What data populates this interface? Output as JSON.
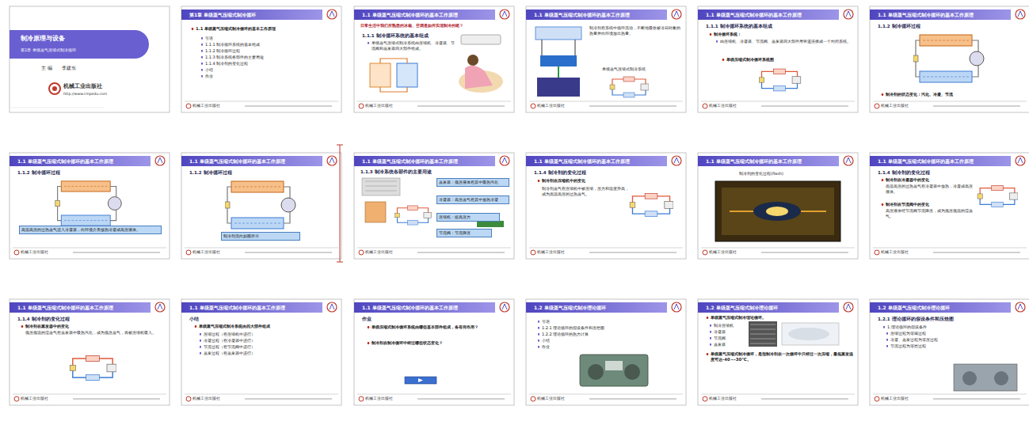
{
  "diagram": {
    "nodes": [
      {
        "text": [
          "制冷原理与设备",
          "第1章 单级蒸气压缩式制冷循环",
          "主 编　　李建东",
          "机械工业出版社",
          "http://www.cmpedu.com"
        ]
      },
      {
        "text": [
          "第1章 单级蒸气压缩式制冷循环",
          "1.1 单级蒸气压缩式制冷循环的基本工作原理",
          "引语",
          "1.1.1 制冷循环系统的基本组成",
          "1.1.2 制冷循环过程",
          "1.1.3 制冷系统各部件的主要用途",
          "1.1.4 制冷剂的变化过程",
          "小结",
          "作业",
          "机械工业出版社"
        ]
      },
      {
        "text": [
          "1.1 单级蒸气压缩式制冷循环的基本工作原理",
          "日常生活中我们所熟悉的冰箱、空调是如何实现制冷的呢？",
          "1.1.1 制冷循环系统的基本组成",
          "单级蒸气压缩式制冷系统由压缩机、冷凝器、节流阀和蒸发器四大部件组成。",
          "机械工业出版社"
        ]
      },
      {
        "text": [
          "1.1 单级蒸气压缩式制冷循环的基本工作原理",
          "制冷剂在系统中循环流动，不断地吸收被冷却对象的热量并向环境放出热量。",
          "单级蒸气压缩式制冷系统",
          "机械工业出版社"
        ]
      },
      {
        "text": [
          "1.1 单级蒸气压缩式制冷循环的基本工作原理",
          "1.1.1 制冷循环系统的基本组成",
          "制冷循环系统：",
          "由压缩机、冷凝器、节流阀、蒸发器四大部件用管道连接成一个封闭系统。",
          "单级压缩式制冷循环系统图",
          "机械工业出版社"
        ]
      },
      {
        "text": [
          "1.1 单级蒸气压缩式制冷循环的基本工作原理",
          "1.1.2 制冷循环过程",
          "制冷剂的状态变化：汽化、冷凝、节流",
          "机械工业出版社"
        ]
      },
      {
        "text": [
          "1.1 单级蒸气压缩式制冷循环的基本工作原理",
          "1.1.2 制冷循环过程",
          "高温高压的过热蒸气进入冷凝器，向环境介质放热冷凝成高压液体。",
          "机械工业出版社"
        ]
      },
      {
        "text": [
          "1.1 单级蒸气压缩式制冷循环的基本工作原理",
          "1.1.2 制冷循环过程",
          "制冷剂流向如图所示",
          "机械工业出版社"
        ]
      },
      {
        "text": [
          "1.1 单级蒸气压缩式制冷循环的基本工作原理",
          "1.1.3 制冷系统各部件的主要用途",
          "蒸发器：低压液体在其中吸热汽化",
          "冷凝器：高压蒸气在其中放热冷凝",
          "压缩机：提高压力",
          "节流阀：节流降压",
          "机械工业出版社"
        ]
      },
      {
        "text": [
          "1.1 单级蒸气压缩式制冷循环的基本工作原理",
          "1.1.4 制冷剂的变化过程",
          "制冷剂在压缩机中的变化",
          "制冷剂蒸气在压缩机中被压缩，压力和温度升高，成为高温高压的过热蒸气。",
          "机械工业出版社"
        ]
      },
      {
        "text": [
          "1.1 单级蒸气压缩式制冷循环的基本工作原理",
          "制冷剂的变化过程(flash)",
          "机械工业出版社"
        ]
      },
      {
        "text": [
          "1.1 单级蒸气压缩式制冷循环的基本工作原理",
          "1.1.4 制冷剂的变化过程",
          "制冷剂在冷凝器中的变化",
          "高温高压的过热蒸气在冷凝器中放热，冷凝成高压液体。",
          "制冷剂在节流阀中的变化",
          "高压液体经节流阀节流降压，成为低压低温的湿蒸气。",
          "机械工业出版社"
        ]
      },
      {
        "text": [
          "1.1 单级蒸气压缩式制冷循环的基本工作原理",
          "1.1.4 制冷剂的变化过程",
          "制冷剂在蒸发器中的变化",
          "低压低温的湿蒸气在蒸发器中吸热汽化，成为低压蒸气，再被压缩机吸入。",
          "机械工业出版社"
        ]
      },
      {
        "text": [
          "1.1 单级蒸气压缩式制冷循环的基本工作原理",
          "小结",
          "单级蒸气压缩式制冷系统由四大部件组成",
          "压缩过程（在压缩机中进行）",
          "冷凝过程（在冷凝器中进行）",
          "节流过程（在节流阀中进行）",
          "蒸发过程（在蒸发器中进行）",
          "机械工业出版社"
        ]
      },
      {
        "text": [
          "1.1 单级蒸气压缩式制冷循环的基本工作原理",
          "作业",
          "单级压缩式制冷循环系统由哪些基本部件组成，各有何作用？",
          "制冷剂在制冷循环中经过哪些状态变化？",
          "机械工业出版社"
        ]
      },
      {
        "text": [
          "1.2 单级蒸气压缩式制冷理论循环",
          "引语",
          "1.2.1 理论循环的假设条件和压焓图",
          "1.2.2 理论循环的热力计算",
          "小结",
          "作业",
          "机械工业出版社"
        ]
      },
      {
        "text": [
          "1.2 单级蒸气压缩式制冷理论循环",
          "单级蒸气压缩式制冷理论循环。",
          "制冷压缩机",
          "冷凝器",
          "节流阀",
          "蒸发器",
          "单级蒸气压缩式制冷循环，是指制冷剂在一次循环中只经过一次压缩，最低蒸发温度可达-40～-30℃。",
          "机械工业出版社"
        ]
      },
      {
        "text": [
          "1.2 单级蒸气压缩式制冷理论循环",
          "1.2.1 理论循环的假设条件和压焓图",
          "1.理论循环的假设条件",
          "压缩过程为等熵过程",
          "冷凝、蒸发过程为等压过程",
          "节流过程为等焓过程",
          "机械工业出版社"
        ]
      }
    ]
  }
}
